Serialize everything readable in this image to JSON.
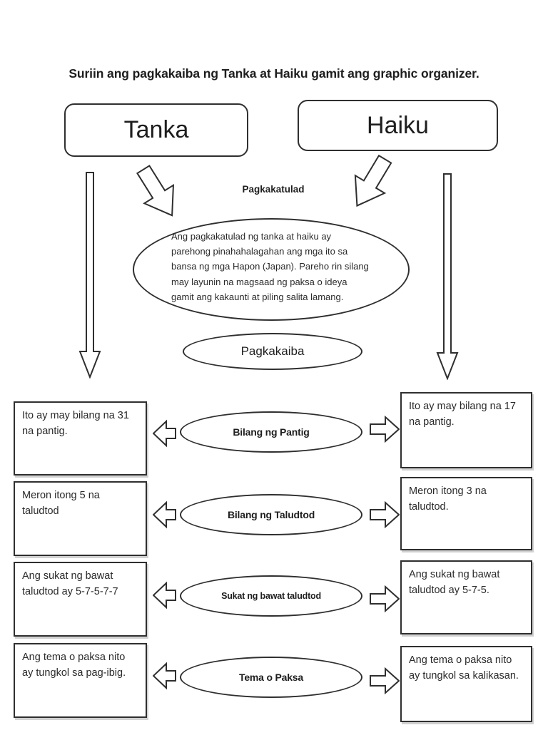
{
  "page": {
    "title": "Suriin ang pagkakaiba ng Tanka at Haiku gamit ang graphic organizer."
  },
  "columns": {
    "left_title": "Tanka",
    "right_title": "Haiku"
  },
  "similarities": {
    "label": "Pagkakatulad",
    "text": "Ang pagkakatulad ng tanka at haiku ay parehong pinahahalagahan ang mga ito sa bansa ng mga Hapon (Japan). Pareho rin silang may layunin na magsaad ng paksa o ideya gamit ang kakaunti at piling salita lamang."
  },
  "differences": {
    "label": "Pagkakaiba"
  },
  "rows": [
    {
      "category": "Bilang ng Pantig",
      "tanka": "Ito ay may bilang na 31 na pantig.",
      "haiku": "Ito ay may bilang na 17 na pantig."
    },
    {
      "category": "Bilang ng Taludtod",
      "tanka": "Meron itong 5 na taludtod",
      "haiku": "Meron itong 3 na taludtod."
    },
    {
      "category": "Sukat ng bawat taludtod",
      "tanka": "Ang sukat ng bawat taludtod ay 5-7-5-7-7",
      "haiku": "Ang sukat ng bawat taludtod ay 5-7-5."
    },
    {
      "category": "Tema o Paksa",
      "tanka": "Ang tema o paksa nito ay tungkol sa pag-ibig.",
      "haiku": "Ang tema o paksa nito ay tungkol sa kalikasan."
    }
  ],
  "icons": {
    "down_arrow": "down-arrow",
    "left_arrow": "left-arrow",
    "right_arrow": "right-arrow",
    "vertical_arrow": "long-down-arrow"
  },
  "colors": {
    "ink": "#2f2f2f",
    "paper": "#ffffff"
  }
}
